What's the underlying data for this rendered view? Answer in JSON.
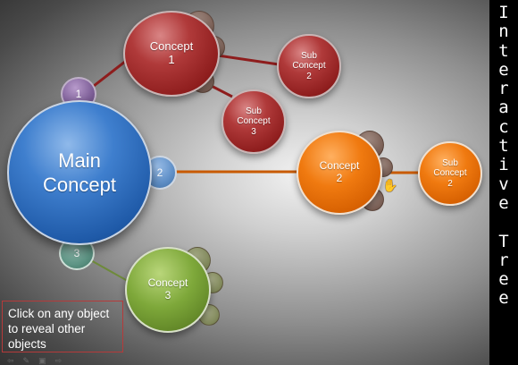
{
  "sidebar": {
    "title": "Interactive Tree"
  },
  "main": {
    "label": "Main Concept",
    "branches": [
      {
        "label": "1",
        "concept": "Concept\n1",
        "subconcepts": [
          "Sub\nConcept\n2",
          "Sub\nConcept\n3"
        ]
      },
      {
        "label": "2",
        "concept": "Concept\n2",
        "subconcepts": [
          "Sub\nConcept\n2"
        ]
      },
      {
        "label": "3",
        "concept": "Concept\n3",
        "subconcepts": []
      }
    ]
  },
  "instruction": "Click on any object to reveal other objects",
  "controls": [
    "previous-icon",
    "pen-icon",
    "slides-icon",
    "next-icon"
  ],
  "colors": {
    "link_red": "#8e1d1d",
    "link_orange": "#c85a00",
    "link_green": "#6e8a3a"
  }
}
